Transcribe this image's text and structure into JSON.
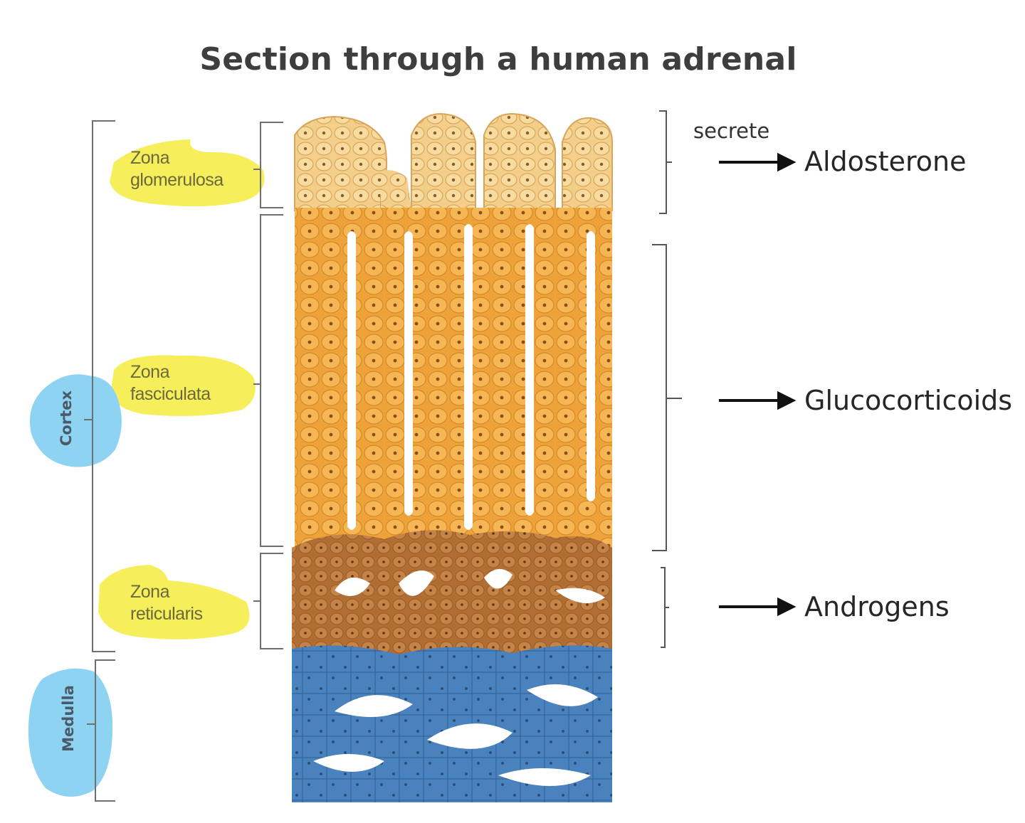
{
  "title": "Section through a human adrenal",
  "regions": {
    "cortex": "Cortex",
    "medulla": "Medulla"
  },
  "zones": [
    {
      "line1": "Zona",
      "line2": "glomerulosa"
    },
    {
      "line1": "Zona",
      "line2": "fasciculata"
    },
    {
      "line1": "Zona",
      "line2": "reticularis"
    }
  ],
  "secrete_label": "secrete",
  "hormones": [
    "Aldosterone",
    "Glucocorticoids",
    "Androgens"
  ],
  "colors": {
    "highlight_yellow": "#f6ee5a",
    "highlight_blue": "#8fd3f2",
    "glomerulosa": "#f4cf8c",
    "fasciculata": "#f2ae44",
    "reticularis": "#b9773c",
    "medulla": "#4d86c0"
  }
}
